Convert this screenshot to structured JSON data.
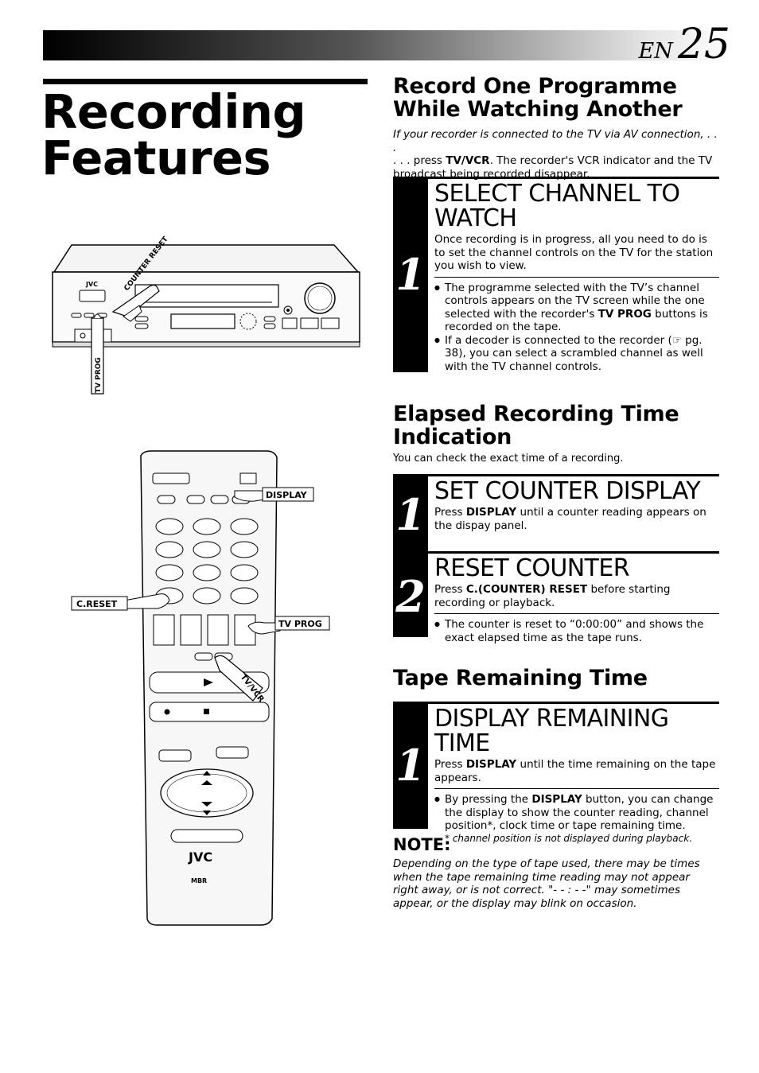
{
  "header": {
    "lang": "EN",
    "page": "25"
  },
  "title": "Recording Features",
  "sections": {
    "one": {
      "heading": "Record One Programme While Watching Another",
      "intro_a": "If your recorder is connected to the TV via AV connection, . . .",
      "intro_b": ". . . press ",
      "intro_key": "TV/VCR",
      "intro_c": ". The recorder's VCR indicator and the TV broadcast being recorded disappear.",
      "step": {
        "num": "1",
        "title": "SELECT CHANNEL TO WATCH",
        "body": "Once recording is in progress, all you need to do is to set the channel controls on the TV for the station you wish to view.",
        "b1a": "The programme selected with the TV’s channel controls appears on the TV screen while the one selected with the recorder's ",
        "b1key": "TV PROG",
        "b1b": " buttons is recorded on the tape.",
        "b2a": "If a decoder is connected to the recorder (",
        "b2ref": "☞ pg. 38",
        "b2b": "), you can select a scrambled channel as well with the TV channel controls."
      }
    },
    "two": {
      "heading": "Elapsed Recording Time Indication",
      "intro": "You can check the exact time of a recording.",
      "step1": {
        "num": "1",
        "title": "SET COUNTER DISPLAY",
        "pre": "Press ",
        "key": "DISPLAY",
        "post": " until a counter reading appears on the dispay panel."
      },
      "step2": {
        "num": "2",
        "title": "RESET COUNTER",
        "pre": "Press ",
        "key": "C.(COUNTER) RESET",
        "post": " before starting recording or playback.",
        "b1": "The counter is reset to “0:00:00” and shows the exact elapsed time as the tape runs."
      }
    },
    "three": {
      "heading": "Tape Remaining Time",
      "step": {
        "num": "1",
        "title": "DISPLAY REMAINING TIME",
        "pre": "Press ",
        "key": "DISPLAY",
        "post": " until the time remaining on the tape appears.",
        "b1a": "By pressing the ",
        "b1key": "DISPLAY",
        "b1b": " button, you can change the display to show the counter reading, channel position*, clock time or tape remaining time.",
        "footnote": "* channel position is not displayed during playback."
      }
    },
    "note": {
      "heading": "NOTE:",
      "body": "Depending on the type of tape used, there may be times when the tape remaining time reading may not appear right away, or is not correct. \"- - : - -\" may sometimes appear, or the display may blink on occasion."
    }
  },
  "illustration": {
    "vcr_brand": "JVC",
    "callout_counter_reset": "COUNTER RESET",
    "callout_tv_prog": "TV PROG",
    "remote_brand": "JVC",
    "remote_badge": "MBR",
    "label_display": "DISPLAY",
    "label_creset": "C.RESET",
    "label_tvprog": "TV PROG",
    "label_tvvcr": "TV/VCR"
  }
}
